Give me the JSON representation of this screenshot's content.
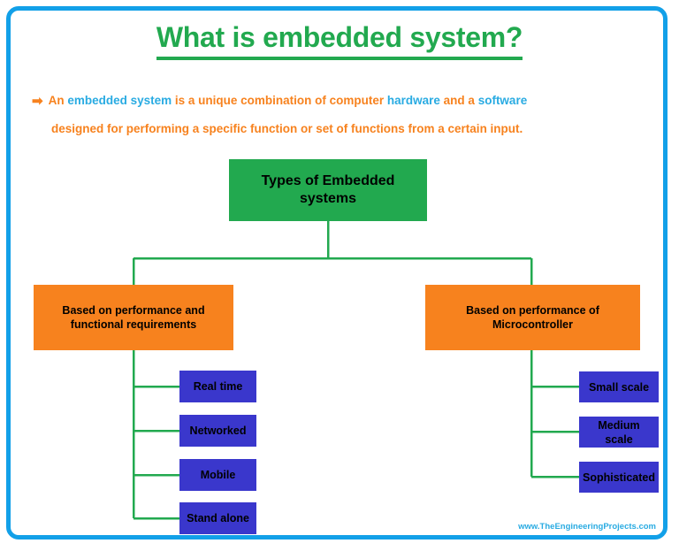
{
  "page": {
    "title": "What is embedded system?",
    "frame_color": "#12A0E8",
    "title_color": "#22A94F",
    "watermark": "www.TheEngineeringProjects.com"
  },
  "intro": {
    "bullet_icon": "➡",
    "line1_seg1": "An ",
    "line1_seg2": "embedded system",
    "line1_seg3": " is a unique combination of computer ",
    "line1_seg4": "hardware",
    "line1_seg5": " and a ",
    "line1_seg6": "software",
    "line2": "designed for performing a specific function or set of functions from a certain input.",
    "accent_orange": "#F7821E",
    "accent_blue": "#29ABE2"
  },
  "diagram": {
    "root": {
      "label": "Types of Embedded systems",
      "color": "#22A94F"
    },
    "branches": [
      {
        "label": "Based on performance and functional requirements",
        "color": "#F7821E",
        "leaves": [
          {
            "label": "Real time",
            "color": "#3A37CC"
          },
          {
            "label": "Networked",
            "color": "#3A37CC"
          },
          {
            "label": "Mobile",
            "color": "#3A37CC"
          },
          {
            "label": "Stand alone",
            "color": "#3A37CC"
          }
        ]
      },
      {
        "label": "Based on performance of Microcontroller",
        "color": "#F7821E",
        "leaves": [
          {
            "label": "Small scale",
            "color": "#3A37CC"
          },
          {
            "label": "Medium scale",
            "color": "#3A37CC"
          },
          {
            "label": "Sophisticated",
            "color": "#3A37CC"
          }
        ]
      }
    ],
    "connector_color": "#22A94F"
  }
}
